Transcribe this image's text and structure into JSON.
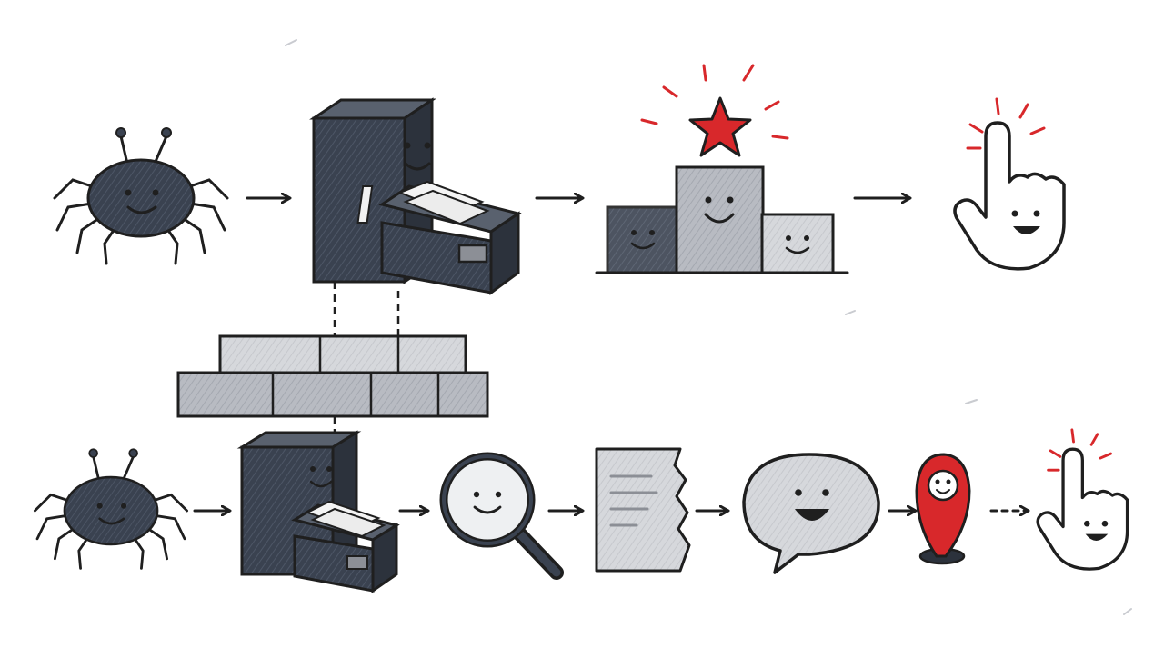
{
  "diagram": {
    "rows": [
      {
        "name": "traditional-search",
        "steps": [
          "crawler-spider",
          "index-filing-cabinet",
          "ranking-podium",
          "user-click-hand"
        ]
      },
      {
        "name": "ai-answer-flow",
        "steps": [
          "crawler-spider",
          "index-filing-cabinet",
          "search-magnifier",
          "document-page",
          "answer-speech-bubble",
          "location-pin",
          "user-click-hand"
        ]
      }
    ],
    "shared_layer": "foundation-bricks",
    "colors": {
      "ink": "#1f1f1f",
      "dark_fill": "#3a4250",
      "mid_gray": "#8c8f96",
      "light_gray": "#c9cbd0",
      "pale_gray": "#e4e5e8",
      "accent_red": "#d8282b",
      "background": "#ffffff"
    }
  }
}
